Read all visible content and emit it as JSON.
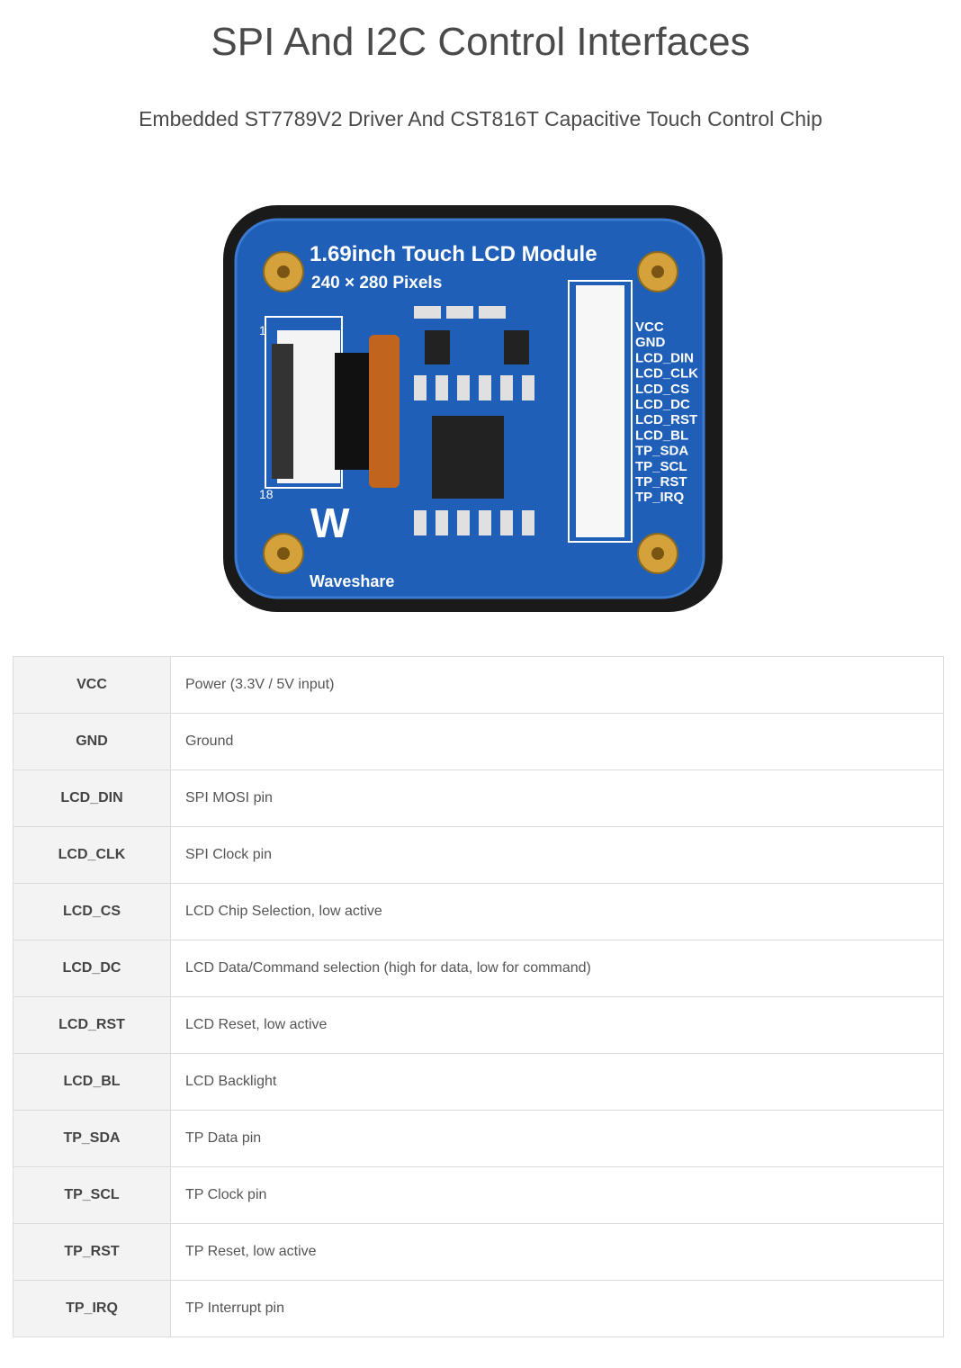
{
  "title": "SPI And I2C Control Interfaces",
  "subtitle": "Embedded ST7789V2 Driver And CST816T Capacitive Touch Control Chip",
  "board": {
    "heading": "1.69inch Touch LCD Module",
    "resolution": "240 × 280 Pixels",
    "brand": "Waveshare",
    "pin_labels": [
      "VCC",
      "GND",
      "LCD_DIN",
      "LCD_CLK",
      "LCD_CS",
      "LCD_DC",
      "LCD_RST",
      "LCD_BL",
      "TP_SDA",
      "TP_SCL",
      "TP_RST",
      "TP_IRQ"
    ],
    "connector_pin_first": "1",
    "connector_pin_last": "18",
    "colors": {
      "pcb": "#1f5fb8",
      "bezel": "#1a1a1a",
      "gold": "#d4a13a"
    }
  },
  "pins": [
    {
      "name": "VCC",
      "description": "Power (3.3V / 5V input)"
    },
    {
      "name": "GND",
      "description": "Ground"
    },
    {
      "name": "LCD_DIN",
      "description": "SPI MOSI pin"
    },
    {
      "name": "LCD_CLK",
      "description": "SPI Clock pin"
    },
    {
      "name": "LCD_CS",
      "description": "LCD Chip Selection, low active"
    },
    {
      "name": "LCD_DC",
      "description": "LCD Data/Command selection (high for data, low for command)"
    },
    {
      "name": "LCD_RST",
      "description": "LCD Reset, low active"
    },
    {
      "name": "LCD_BL",
      "description": "LCD Backlight"
    },
    {
      "name": "TP_SDA",
      "description": "TP Data pin"
    },
    {
      "name": "TP_SCL",
      "description": "TP Clock pin"
    },
    {
      "name": "TP_RST",
      "description": "TP Reset, low active"
    },
    {
      "name": "TP_IRQ",
      "description": "TP Interrupt pin"
    }
  ]
}
